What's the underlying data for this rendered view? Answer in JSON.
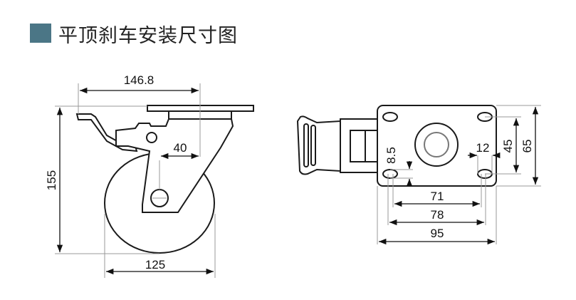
{
  "header": {
    "title": "平顶刹车安装尺寸图",
    "accent_color": "#4b7686"
  },
  "side_view": {
    "dim_plate_to_lever": "146.8",
    "dim_height": "155",
    "dim_offset": "40",
    "dim_wheel_diameter": "125"
  },
  "top_view": {
    "dim_hole_length": "8.5",
    "dim_hole_width": "12",
    "dim_hole_spacing_y": "45",
    "dim_plate_width": "65",
    "dim_hole_spacing_x_inner": "71",
    "dim_hole_spacing_x": "78",
    "dim_plate_length": "95"
  }
}
